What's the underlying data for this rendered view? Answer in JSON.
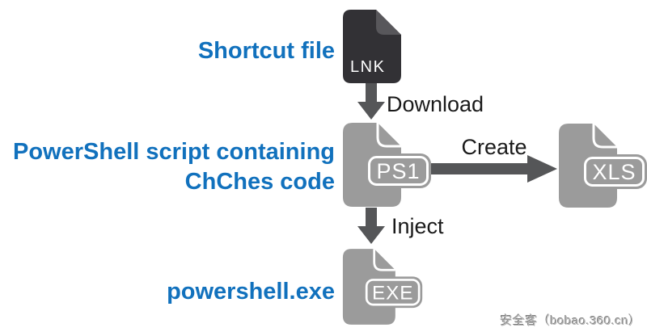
{
  "labels": {
    "shortcut_file": "Shortcut file",
    "powershell_script_line1": "PowerShell script containing",
    "powershell_script_line2": "ChChes code",
    "powershell_exe": "powershell.exe"
  },
  "files": {
    "lnk": {
      "ext": "LNK"
    },
    "ps1": {
      "ext": "PS1"
    },
    "xls": {
      "ext": "XLS"
    },
    "exe": {
      "ext": "EXE"
    }
  },
  "arrows": {
    "download": "Download",
    "create": "Create",
    "inject": "Inject"
  },
  "colors": {
    "accent_blue": "#1171bd",
    "dark_file_body": "#323135",
    "dark_file_fold": "#58575b",
    "gray_file_body": "#9b9b9b",
    "arrow_gray": "#555658",
    "label_black": "#1a1a1a",
    "watermark_gray": "#b3b3b3"
  },
  "watermark": "安全客（bobao.360.cn）"
}
